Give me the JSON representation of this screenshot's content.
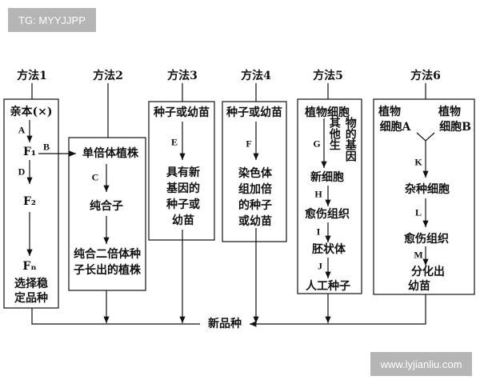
{
  "watermarks": {
    "top": "TG: MYYJJPP",
    "bottom": "www.lyjianliu.com"
  },
  "methods": [
    "方法1",
    "方法2",
    "方法3",
    "方法4",
    "方法5",
    "方法6"
  ],
  "m1": {
    "start": "亲本(×)",
    "A": "A",
    "F1": "F₁",
    "B": "B",
    "D": "D",
    "F2": "F₂",
    "Fn": "Fₙ",
    "end1": "选择稳",
    "end2": "定品种"
  },
  "m2": {
    "start": "单倍体植株",
    "C": "C",
    "mid": "纯合子",
    "end1": "纯合二倍体种",
    "end2": "子长出的植株"
  },
  "m3": {
    "start": "种子或幼苗",
    "E": "E",
    "end": [
      "具有新",
      "基因的",
      "种子或",
      "幼苗"
    ]
  },
  "m4": {
    "start": "种子或幼苗",
    "F": "F",
    "end": [
      "染色体",
      "组加倍",
      "的种子",
      "或幼苗"
    ]
  },
  "m5": {
    "start": "植物细胞",
    "G": "G",
    "side1": "其他生",
    "side2": "物的基因",
    "s2": "新细胞",
    "H": "H",
    "s3": "愈伤组织",
    "I": "I",
    "s4": "胚状体",
    "J": "J",
    "s5": "人工种子"
  },
  "m6": {
    "a1": "植物",
    "a2": "细胞A",
    "b1": "植物",
    "b2": "细胞B",
    "K": "K",
    "s1": "杂种细胞",
    "L": "L",
    "s2": "愈伤组织",
    "M": "M",
    "s3": "分化出",
    "s4": "幼苗"
  },
  "result": "新品种"
}
